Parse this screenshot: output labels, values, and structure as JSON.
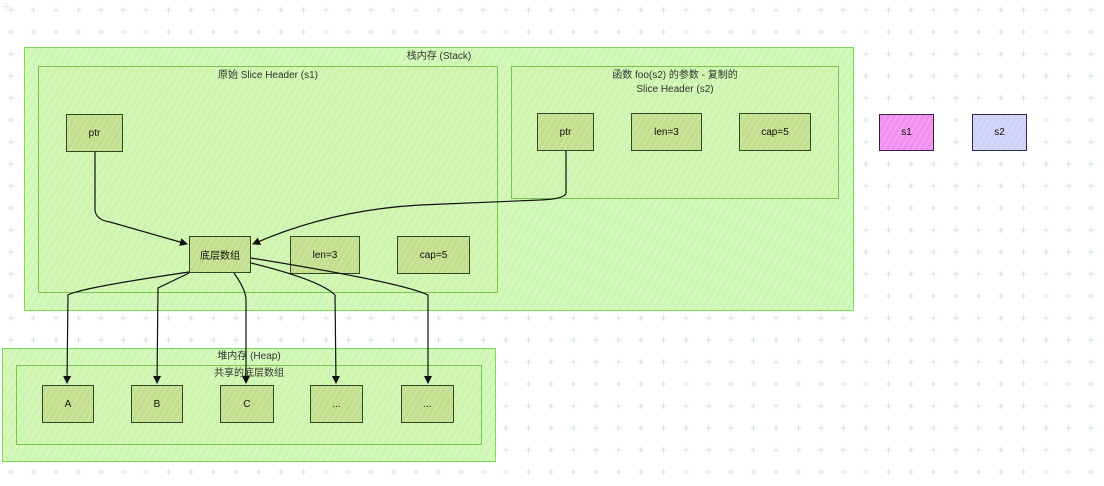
{
  "stack": {
    "title": "栈内存 (Stack)",
    "s1_header": {
      "title": "原始 Slice Header (s1)",
      "ptr": "ptr",
      "underlying": "底层数组",
      "len": "len=3",
      "cap": "cap=5"
    },
    "s2_header": {
      "title_line1": "函数 foo(s2) 的参数 - 复制的",
      "title_line2": "Slice Header (s2)",
      "ptr": "ptr",
      "len": "len=3",
      "cap": "cap=5"
    }
  },
  "heap": {
    "title": "堆内存 (Heap)",
    "array_title": "共享的底层数组",
    "elements": [
      "A",
      "B",
      "C",
      "...",
      "..."
    ]
  },
  "legend": {
    "s1": "s1",
    "s2": "s2",
    "s1_color": "#f08ff0",
    "s2_color": "#cfd2f8"
  },
  "colors": {
    "region_fill": "#cff7b4",
    "region_border": "#7ed957",
    "node_fill": "#c3df8d"
  }
}
